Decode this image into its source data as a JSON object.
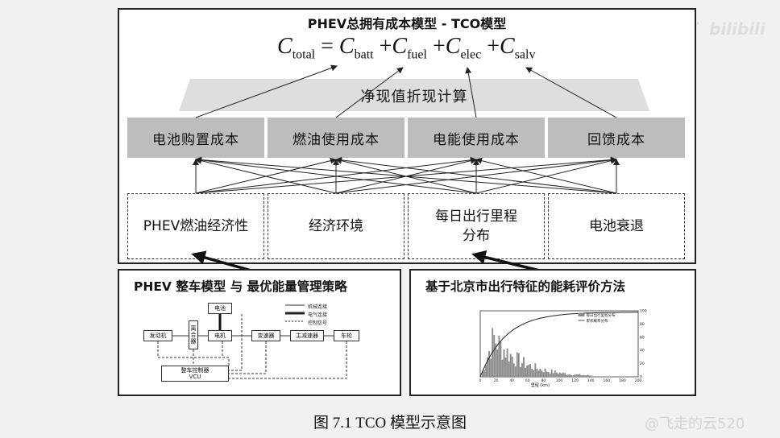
{
  "watermark_top": "bilibili",
  "watermark_dots": "· · · · · ·",
  "watermark_bottom": "@飞走的云520",
  "top_panel": {
    "title": "PHEV总拥有成本模型 - TCO模型",
    "formula": {
      "main": "C",
      "total_sub": "total",
      "eq": "=",
      "batt_sub": "batt",
      "fuel_sub": "fuel",
      "elec_sub": "elec",
      "salv_sub": "salv",
      "plus": "+"
    },
    "npv_label": "净现值折现计算",
    "cost_nodes": [
      "电池购置成本",
      "燃油使用成本",
      "电能使用成本",
      "回馈成本"
    ],
    "factor_nodes": [
      "PHEV燃油经济性",
      "经济环境",
      "每日出行里程",
      "电池衰退"
    ],
    "factor_node_3_line2": "分布"
  },
  "left_panel": {
    "title": "PHEV 整车模型 与 最优能量管理策略",
    "blocks": {
      "battery": "电池",
      "engine": "发动机",
      "clutch": "离合器",
      "motor": "电机",
      "transmission": "变速器",
      "final_drive": "主减速器",
      "wheel": "车轮",
      "vcu_line1": "整车控制器",
      "vcu_line2": "VCU"
    },
    "legend": [
      "机械连接",
      "电气连接",
      "控制信号"
    ]
  },
  "right_panel": {
    "title": "基于北京市出行特征的能耗评价方法",
    "chart_legend": [
      "每日出行里程分布",
      "累积概率分布"
    ],
    "x_axis_label": "里程 (km)",
    "x_ticks": [
      "0",
      "20",
      "40",
      "60",
      "80",
      "100",
      "120",
      "140",
      "160",
      "180",
      "200"
    ],
    "y_right_ticks": [
      "0",
      "20",
      "40",
      "60",
      "80",
      "100"
    ],
    "histogram_bar_count": 96
  },
  "caption": "图 7.1  TCO 模型示意图"
}
